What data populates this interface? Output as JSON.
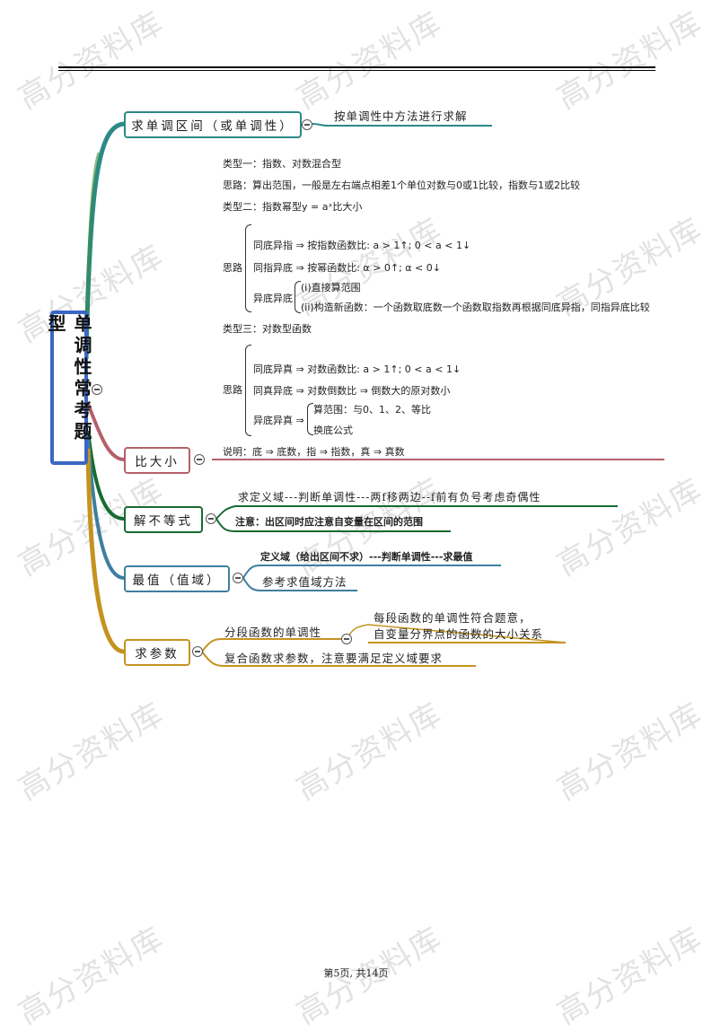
{
  "watermark": "高分资料库",
  "root": {
    "label": "单调性常考题型"
  },
  "branch_mono": {
    "label": "求单调区间（或单调性）",
    "note": "按单调性中方法进行求解"
  },
  "details": {
    "type1": "类型一：指数、对数混合型",
    "idea1": "思路：算出范围，一般是左右端点相差1个单位对数与0或1比较，指数与1或2比较",
    "type2": "类型二：指数幂型y = aˣ比大小",
    "idea_label": "思路",
    "p1": "同底异指 ⇒ 按指数函数比: a > 1↑; 0 < a < 1↓",
    "p2": "同指异底 ⇒ 按幂函数比: α > 0↑; α < 0↓",
    "p3_label": "异底异底",
    "p3a": "(i)直接算范围",
    "p3b": "(ii)构造新函数：一个函数取底数一个函数取指数再根据同底异指，同指异底比较",
    "type3": "类型三：对数型函数",
    "q1": "同底异真 ⇒ 对数函数比: a > 1↑; 0 < a < 1↓",
    "q2": "同真异底 ⇒ 对数倒数比 ⇒ 倒数大的原对数小",
    "q3_label": "异底异真 ⇒",
    "q3a": "算范围：与0、1、2、等比",
    "q3b": "换底公式",
    "explain": "说明：底 ⇒ 底数，指 ⇒ 指数，真 ⇒ 真数"
  },
  "branch_compare": {
    "label": "比大小"
  },
  "branch_ineq": {
    "label": "解不等式",
    "line1": "求定义域---判断单调性---两f移两边--f前有负号考虑奇偶性",
    "line2": "注意：出区间时应注意自变量在区间的范围"
  },
  "branch_max": {
    "label": "最值（值域）",
    "line1": "定义域（给出区间不求）---判断单调性---求最值",
    "line2": "参考求值域方法"
  },
  "branch_param": {
    "label": "求参数",
    "sub1": "分段函数的单调性",
    "sub1a": "每段函数的单调性符合题意，",
    "sub1b": "自变量分界点的函数的大小关系",
    "sub2": "复合函数求参数，注意要满足定义域要求"
  },
  "footer": "第5页, 共14页",
  "colors": {
    "teal": "#2b8a86",
    "green_line": "#3f8d3a",
    "red": "#b56069",
    "darkgreen": "#176b32",
    "steel": "#3e7ea0",
    "gold": "#c49320",
    "root_border": "#3b66c4"
  }
}
